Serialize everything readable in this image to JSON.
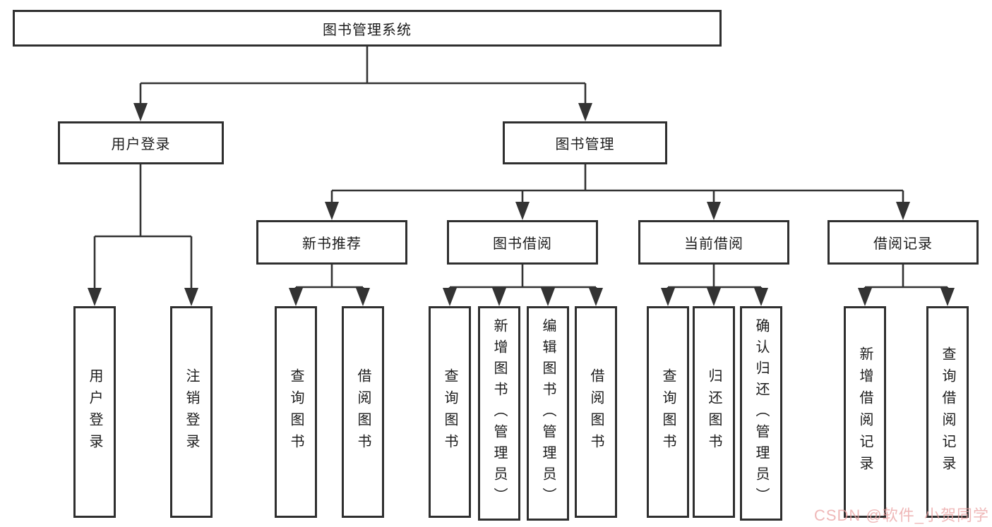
{
  "tree": {
    "root": {
      "label": "图书管理系统",
      "children": [
        {
          "label": "用户登录",
          "children": [
            {
              "label": "用户登录"
            },
            {
              "label": "注销登录"
            }
          ]
        },
        {
          "label": "图书管理",
          "children": [
            {
              "label": "新书推荐",
              "children": [
                {
                  "label": "查询图书"
                },
                {
                  "label": "借阅图书"
                }
              ]
            },
            {
              "label": "图书借阅",
              "children": [
                {
                  "label": "查询图书"
                },
                {
                  "label": "新增图书（管理员）"
                },
                {
                  "label": "编辑图书（管理员）"
                },
                {
                  "label": "借阅图书"
                }
              ]
            },
            {
              "label": "当前借阅",
              "children": [
                {
                  "label": "查询图书"
                },
                {
                  "label": "归还图书"
                },
                {
                  "label": "确认归还（管理员）"
                }
              ]
            },
            {
              "label": "借阅记录",
              "children": [
                {
                  "label": "新增借阅记录"
                },
                {
                  "label": "查询借阅记录"
                }
              ]
            }
          ]
        }
      ]
    }
  },
  "watermark": {
    "text": "CSDN @软件_小贺同学",
    "color": "rgba(233,160,160,0.75)"
  },
  "colors": {
    "line": "#333333",
    "box_border": "#2f2f2f",
    "text": "#1c1c1c",
    "background": "#ffffff"
  }
}
